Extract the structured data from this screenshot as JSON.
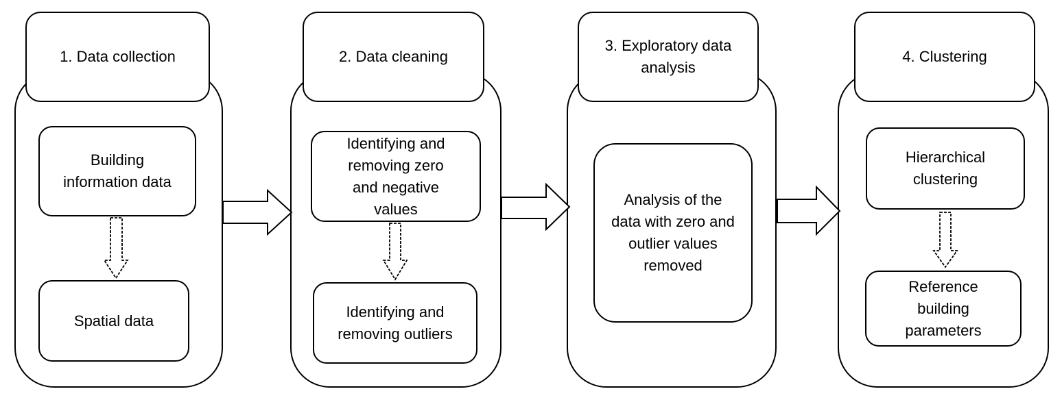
{
  "stages": [
    {
      "title": "1. Data collection",
      "steps": [
        "Building information data",
        "Spatial data"
      ]
    },
    {
      "title": "2. Data cleaning",
      "steps": [
        "Identifying and removing zero and negative values",
        "Identifying and removing outliers"
      ]
    },
    {
      "title": "3. Exploratory data analysis",
      "steps": [
        "Analysis of the data with zero and outlier values removed"
      ]
    },
    {
      "title": "4. Clustering",
      "steps": [
        "Hierarchical clustering",
        "Reference building parameters"
      ]
    }
  ]
}
